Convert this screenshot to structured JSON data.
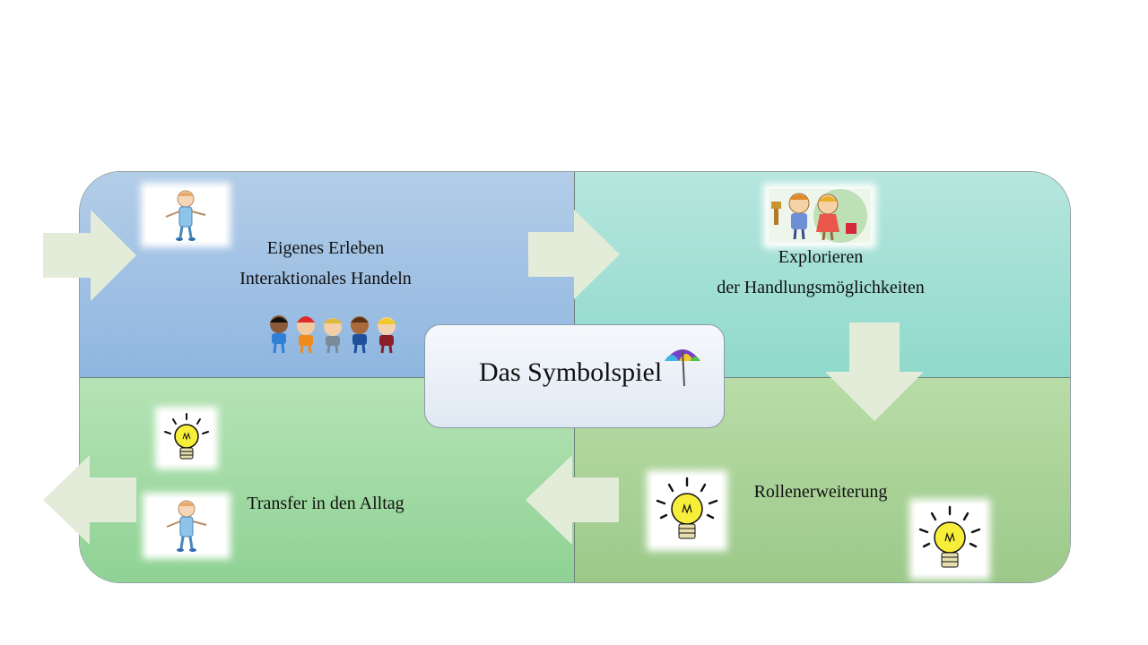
{
  "center": {
    "title": "Das Symbolspiel",
    "icon": "umbrella-icon"
  },
  "quadrants": {
    "top_left": {
      "line1": "Eigenes Erleben",
      "line2": "Interaktionales Handeln"
    },
    "top_right": {
      "line1": "Explorieren",
      "line2": "der Handlungsmöglichkeiten"
    },
    "bottom_right": {
      "line1": "Rollenerweiterung"
    },
    "bottom_left": {
      "line1": "Transfer in den Alltag"
    }
  },
  "colors": {
    "arrow": "#e2ecd9",
    "bulb": "#f7ee3a"
  }
}
